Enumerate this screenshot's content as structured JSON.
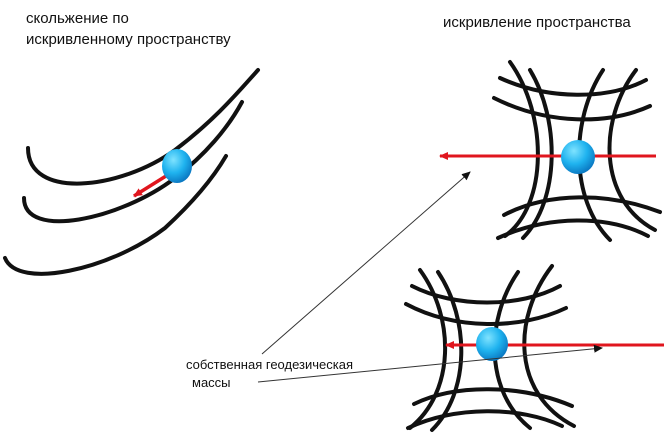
{
  "labels": {
    "left_title_line1": "скольжение по",
    "left_title_line2": "искривленному пространству",
    "right_title": "искривление пространства",
    "caption_line1": "собственная геодезическая",
    "caption_line2": "массы"
  },
  "colors": {
    "curve": "#111111",
    "arrow": "#e0161e",
    "sphere_light": "#7fe3ff",
    "sphere_mid": "#1fb3ef",
    "sphere_dark": "#0a78c2",
    "pointer_line": "#333333"
  }
}
